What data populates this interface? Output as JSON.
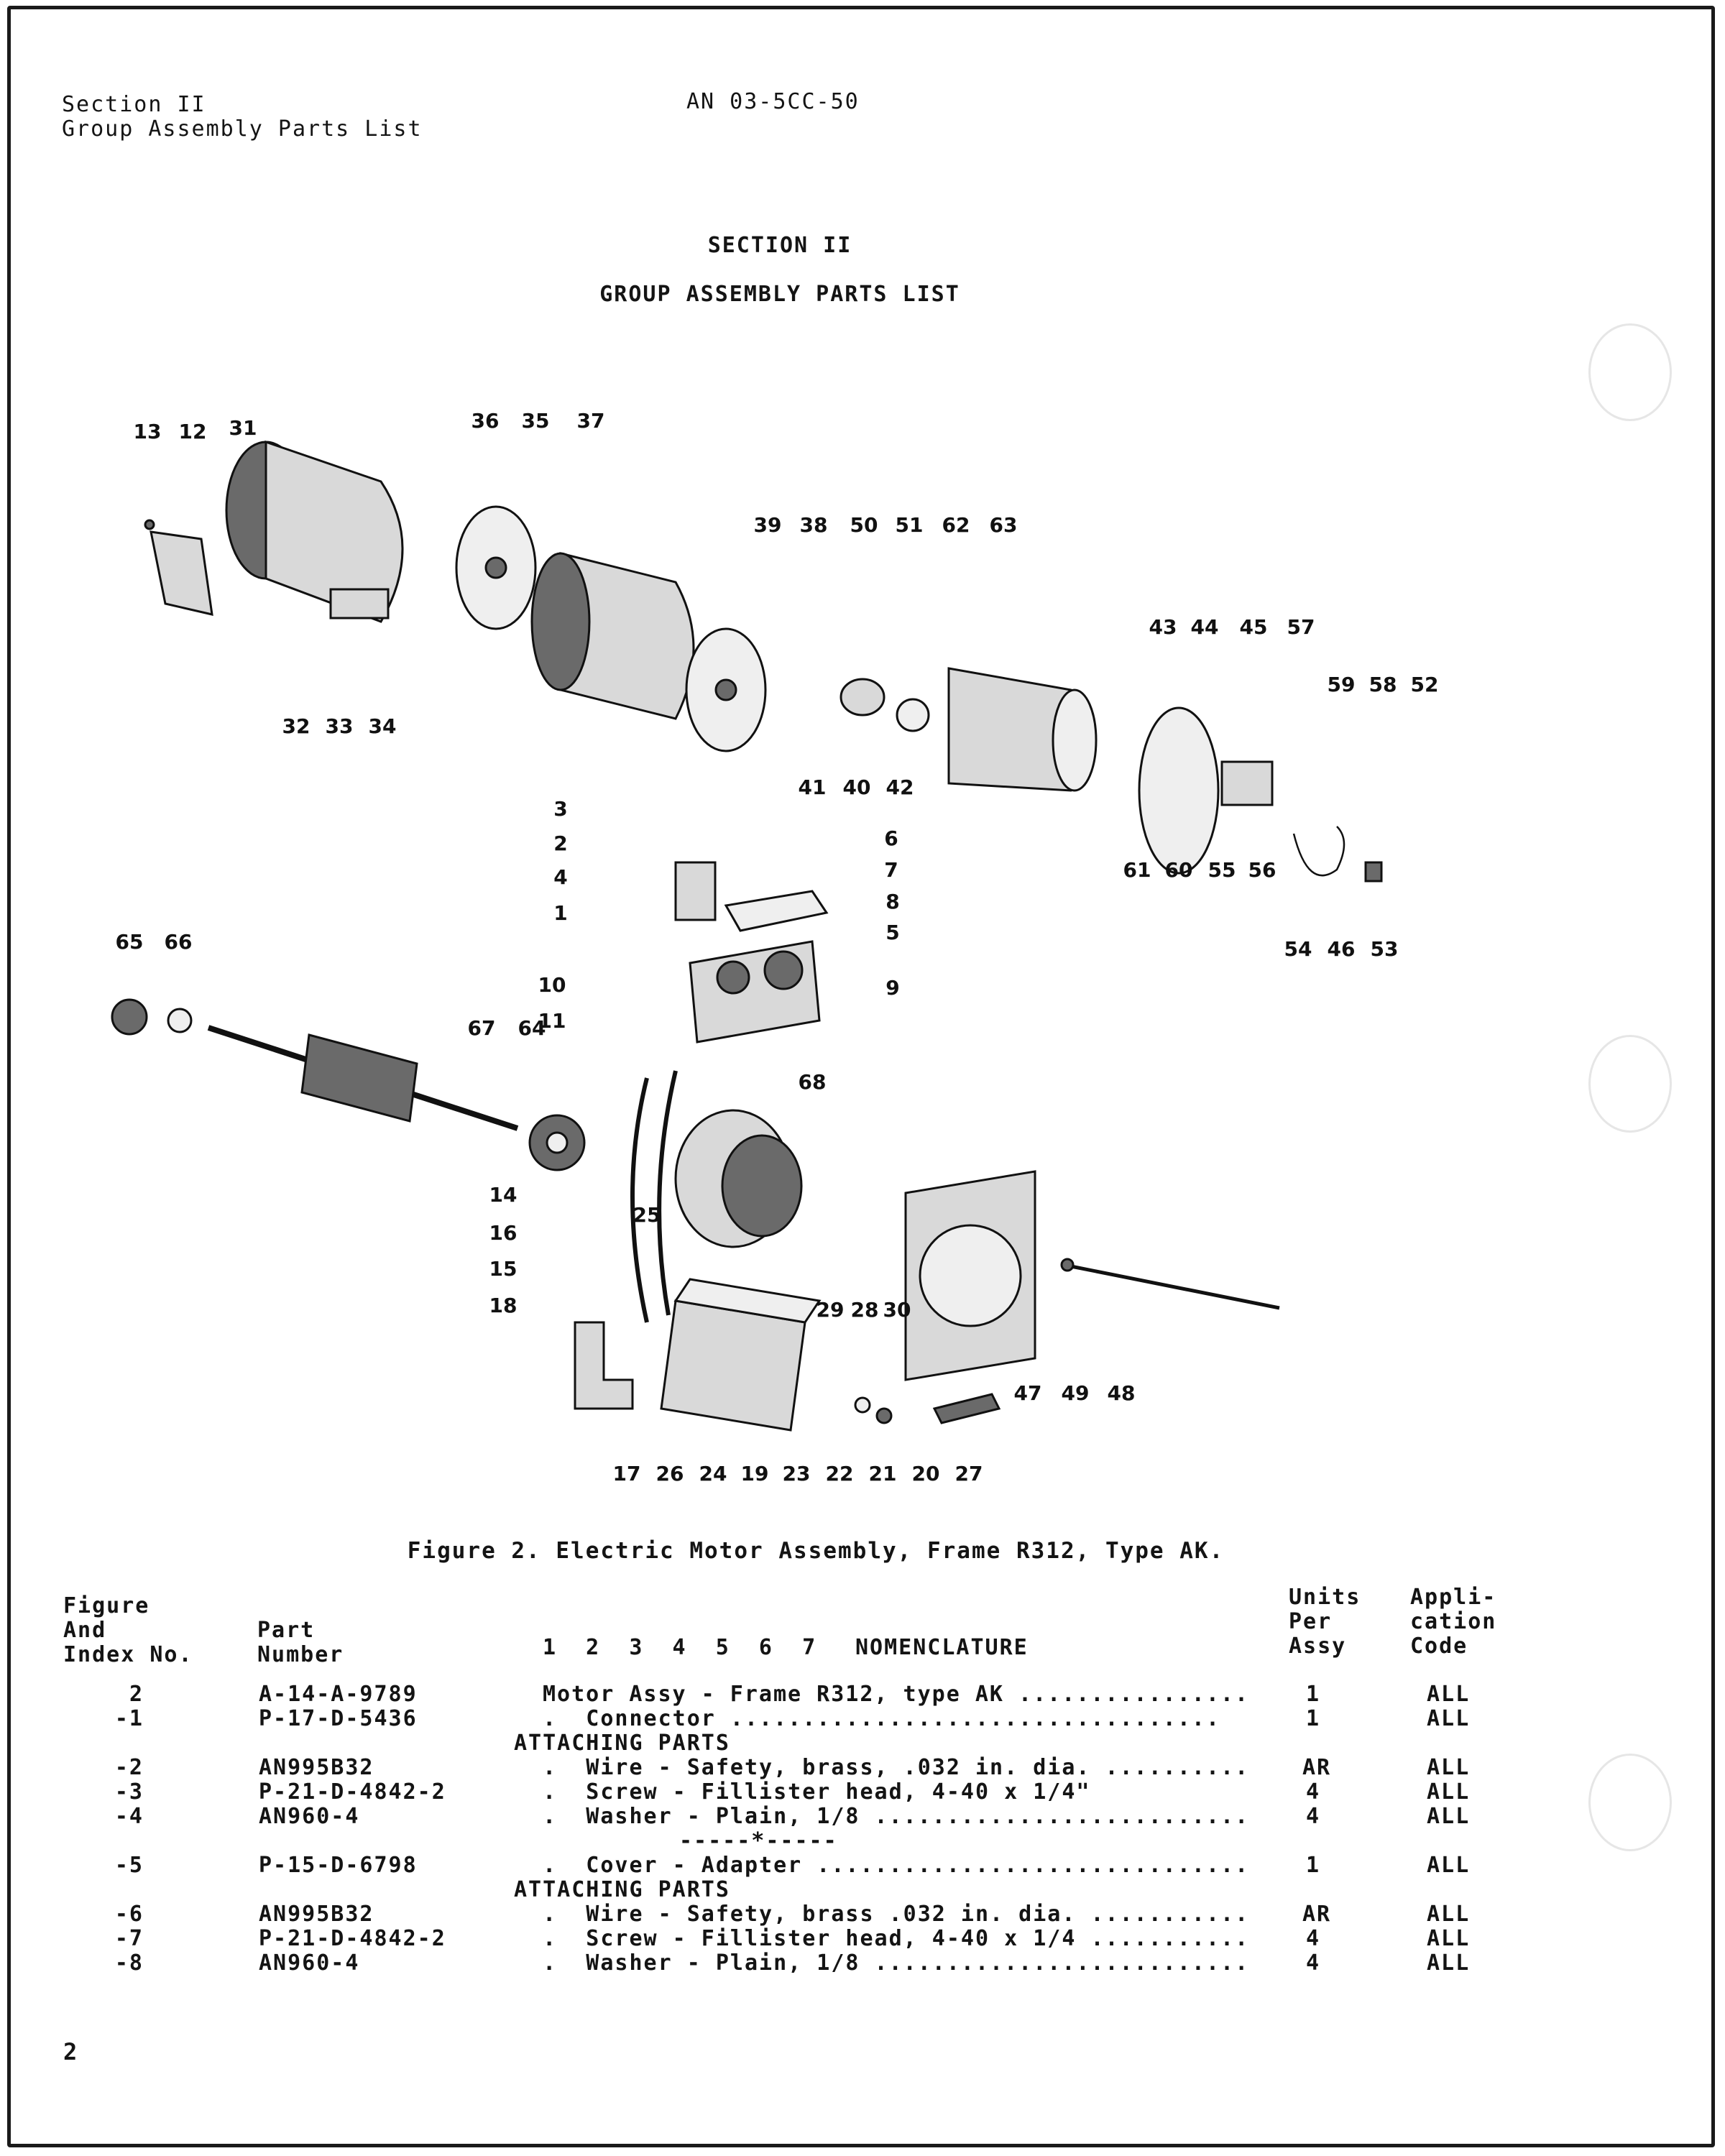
{
  "header": {
    "section": "Section II",
    "subtitle": "Group Assembly Parts List",
    "doc_number": "AN 03-5CC-50"
  },
  "heading": {
    "section": "SECTION II",
    "title": "GROUP ASSEMBLY PARTS LIST"
  },
  "figure": {
    "callouts": [
      "13",
      "12",
      "31",
      "36",
      "35",
      "37",
      "39",
      "38",
      "50",
      "51",
      "62",
      "63",
      "43",
      "44",
      "45",
      "57",
      "59",
      "58",
      "52",
      "32",
      "33",
      "34",
      "41",
      "40",
      "42",
      "3",
      "2",
      "4",
      "1",
      "6",
      "7",
      "8",
      "5",
      "10",
      "11",
      "9",
      "61",
      "60",
      "55",
      "56",
      "54",
      "46",
      "53",
      "65",
      "66",
      "67",
      "64",
      "68",
      "14",
      "16",
      "15",
      "18",
      "25",
      "29",
      "28",
      "30",
      "47",
      "49",
      "48",
      "17",
      "26",
      "24",
      "19",
      "23",
      "22",
      "21",
      "20",
      "27"
    ],
    "caption": "Figure 2. Electric Motor Assembly, Frame R312, Type AK."
  },
  "table": {
    "headers": {
      "figure_line1": "Figure",
      "figure_line2": "And",
      "figure_line3": "Index No.",
      "part_line1": "Part",
      "part_line2": "Number",
      "indent_numbers": "1  2  3  4  5  6  7",
      "nomenclature": "NOMENCLATURE",
      "units_line1": "Units",
      "units_line2": "Per",
      "units_line3": "Assy",
      "app_line1": "Appli-",
      "app_line2": "cation",
      "app_line3": "Code"
    },
    "rows": [
      {
        "index": "2",
        "part": "A-14-A-9789",
        "nomenclature": "Motor Assy - Frame R312, type AK ................",
        "units": "1",
        "code": "ALL"
      },
      {
        "index": "-1",
        "part": "P-17-D-5436",
        "nomenclature": "  .  Connector ..................................",
        "units": "1",
        "code": "ALL"
      },
      {
        "index": "-2",
        "part": "AN995B32",
        "nomenclature": "  .  Wire - Safety, brass, .032 in. dia. ..........",
        "units": "AR",
        "code": "ALL"
      },
      {
        "index": "-3",
        "part": "P-21-D-4842-2",
        "nomenclature": "  .  Screw - Fillister head, 4-40 x 1/4\"",
        "units": "4",
        "code": "ALL"
      },
      {
        "index": "-4",
        "part": "AN960-4",
        "nomenclature": "  .  Washer - Plain, 1/8 ..........................",
        "units": "4",
        "code": "ALL"
      },
      {
        "index": "-5",
        "part": "P-15-D-6798",
        "nomenclature": "  .  Cover - Adapter ..............................",
        "units": "1",
        "code": "ALL"
      },
      {
        "index": "-6",
        "part": "AN995B32",
        "nomenclature": "  .  Wire - Safety, brass .032 in. dia. ...........",
        "units": "AR",
        "code": "ALL"
      },
      {
        "index": "-7",
        "part": "P-21-D-4842-2",
        "nomenclature": "  .  Screw - Fillister head, 4-40 x 1/4 ...........",
        "units": "4",
        "code": "ALL"
      },
      {
        "index": "-8",
        "part": "AN960-4",
        "nomenclature": "  .  Washer - Plain, 1/8 ..........................",
        "units": "4",
        "code": "ALL"
      }
    ],
    "attaching_parts_1": "ATTACHING PARTS",
    "separator": "-----*-----",
    "attaching_parts_2": "ATTACHING PARTS"
  },
  "page_number": "2"
}
